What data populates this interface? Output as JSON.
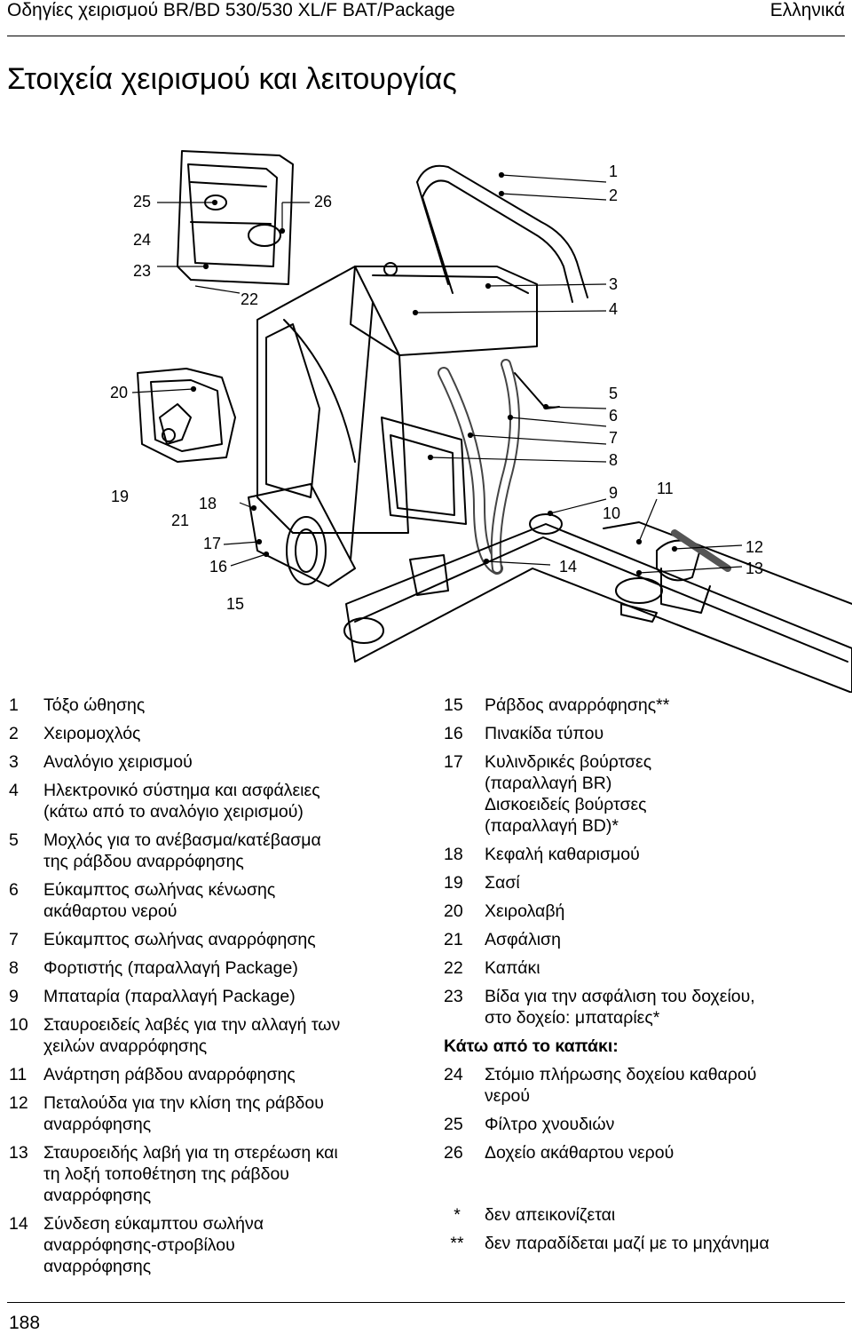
{
  "header": {
    "title": "Οδηγίες χειρισμού BR/BD 530/530 XL/F BAT/Package",
    "language": "Ελληνικά"
  },
  "section_title": "Στοιχεία χειρισμού και λειτουργίας",
  "figure": {
    "callouts": [
      "1",
      "2",
      "3",
      "4",
      "5",
      "6",
      "7",
      "8",
      "9",
      "10",
      "11",
      "12",
      "13",
      "14",
      "15",
      "16",
      "17",
      "18",
      "19",
      "20",
      "21",
      "22",
      "23",
      "24",
      "25",
      "26"
    ]
  },
  "left_items": [
    {
      "num": "1",
      "text": "Τόξο ώθησης"
    },
    {
      "num": "2",
      "text": "Χειρομοχλός"
    },
    {
      "num": "3",
      "text": "Αναλόγιο χειρισμού"
    },
    {
      "num": "4",
      "text": "Ηλεκτρονικό σύστημα και ασφάλειες\n(κάτω από το αναλόγιο χειρισμού)"
    },
    {
      "num": "5",
      "text": "Μοχλός για το ανέβασμα/κατέβασμα\nτης ράβδου αναρρόφησης"
    },
    {
      "num": "6",
      "text": "Εύκαμπτος σωλήνας κένωσης\nακάθαρτου νερού"
    },
    {
      "num": "7",
      "text": "Εύκαμπτος σωλήνας αναρρόφησης"
    },
    {
      "num": "8",
      "text": "Φορτιστής (παραλλαγή Package)"
    },
    {
      "num": "9",
      "text": "Μπαταρία (παραλλαγή Package)"
    },
    {
      "num": "10",
      "text": "Σταυροειδείς λαβές για την αλλαγή των\nχειλών αναρρόφησης"
    },
    {
      "num": "11",
      "text": "Ανάρτηση ράβδου αναρρόφησης"
    },
    {
      "num": "12",
      "text": "Πεταλούδα για την κλίση της ράβδου\nαναρρόφησης"
    },
    {
      "num": "13",
      "text": "Σταυροειδής λαβή για τη στερέωση και\nτη λοξή τοποθέτηση της ράβδου\nαναρρόφησης"
    },
    {
      "num": "14",
      "text": "Σύνδεση εύκαμπτου σωλήνα\nαναρρόφησης-στροβίλου\nαναρρόφησης"
    }
  ],
  "right_items": [
    {
      "num": "15",
      "text": "Ράβδος αναρρόφησης**"
    },
    {
      "num": "16",
      "text": "Πινακίδα τύπου"
    },
    {
      "num": "17",
      "text": "Κυλινδρικές βούρτσες\n(παραλλαγή BR)\nΔισκοειδείς βούρτσες\n(παραλλαγή BD)*"
    },
    {
      "num": "18",
      "text": "Κεφαλή καθαρισμού"
    },
    {
      "num": "19",
      "text": "Σασί"
    },
    {
      "num": "20",
      "text": "Χειρολαβή"
    },
    {
      "num": "21",
      "text": "Ασφάλιση"
    },
    {
      "num": "22",
      "text": "Καπάκι"
    },
    {
      "num": "23",
      "text": "Βίδα για την ασφάλιση του δοχείου,\nστο δοχείο: μπαταρίες*"
    }
  ],
  "subheading": "Κάτω από το καπάκι:",
  "right_items_2": [
    {
      "num": "24",
      "text": "Στόμιο πλήρωσης δοχείου καθαρού\nνερού"
    },
    {
      "num": "25",
      "text": "Φίλτρο χνουδιών"
    },
    {
      "num": "26",
      "text": "Δοχείο ακάθαρτου νερού"
    }
  ],
  "notes": [
    {
      "mark": "*",
      "text": "δεν απεικονίζεται"
    },
    {
      "mark": "**",
      "text": "δεν παραδίδεται μαζί με το μηχάνημα"
    }
  ],
  "page_number": "188"
}
